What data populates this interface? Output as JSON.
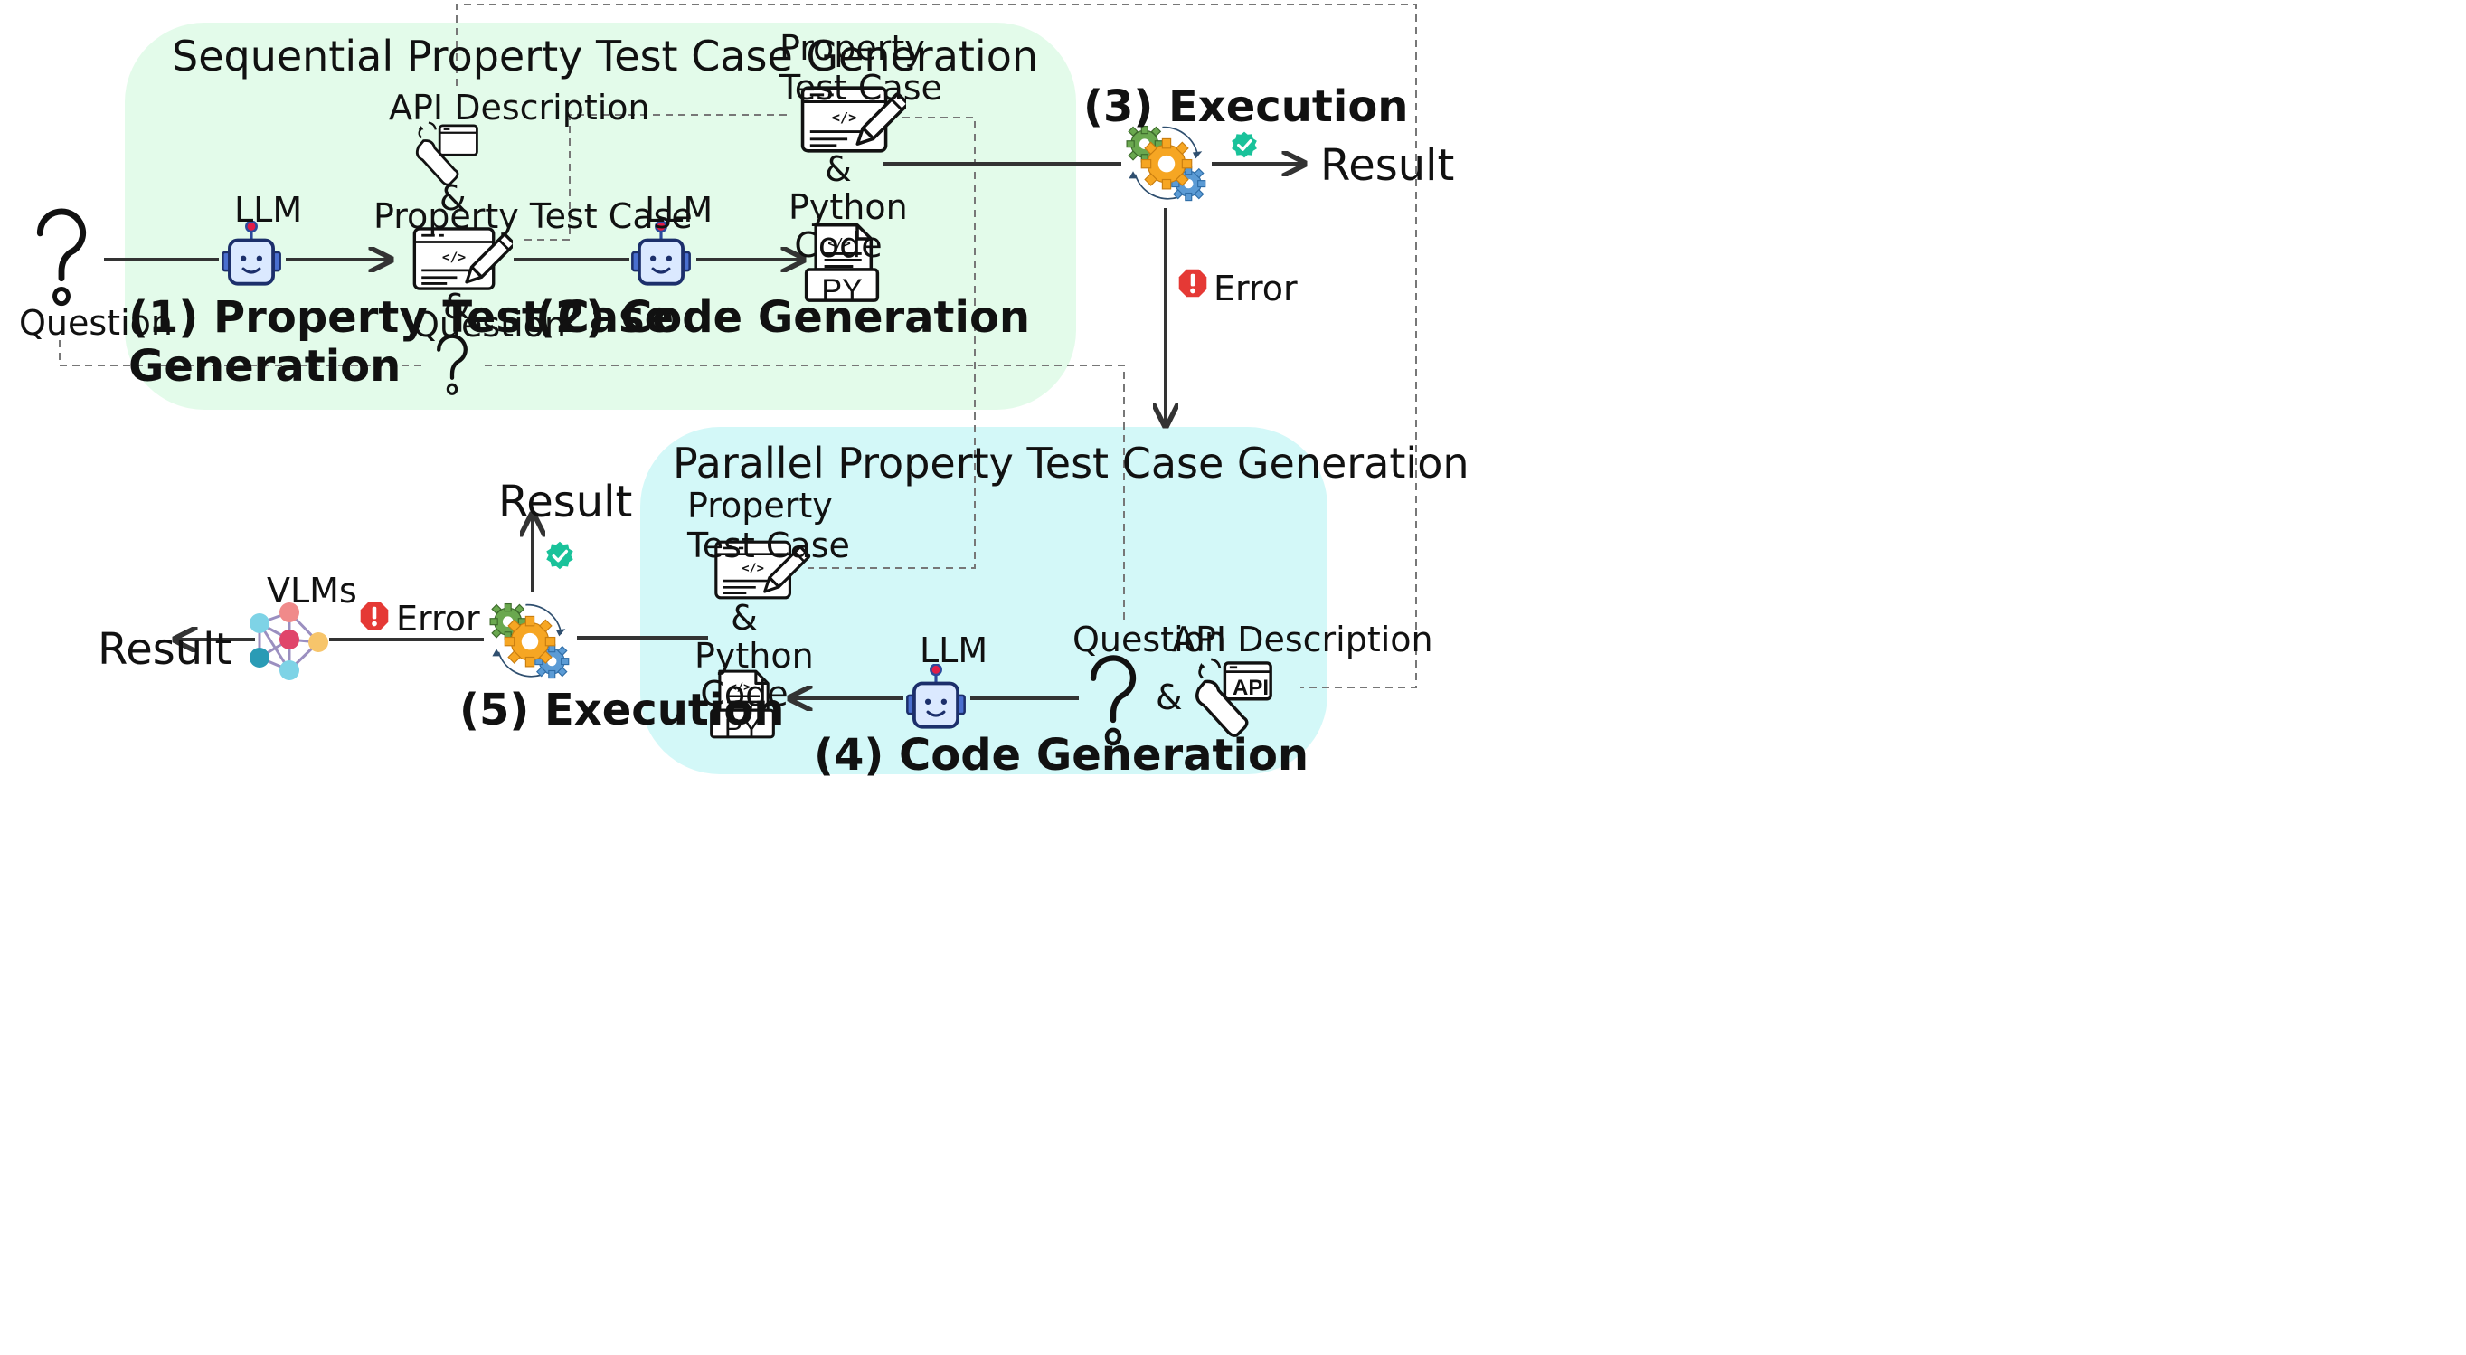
{
  "sequential": {
    "title": "Sequential Property Test Case Generation",
    "question_label": "Question",
    "llm1_label": "LLM",
    "step1_line1": "(1) Property Test Case",
    "step1_line2": "Generation",
    "api_desc_label": "API Description",
    "amp1": "&",
    "ptc_label": "Property Test Case",
    "amp2": "&",
    "question2_label": "Question",
    "llm2_label": "LLM",
    "step2_label": "(2) Code Generation",
    "ptc2_line1": "Property",
    "ptc2_line2": "Test Case",
    "amp3": "&",
    "python_line1": "Python",
    "python_line2": "Code",
    "py_text": "PY"
  },
  "execution": {
    "step3_label": "(3) Execution",
    "result_label": "Result",
    "error_label": "Error"
  },
  "parallel": {
    "title": "Parallel Property Test Case Generation",
    "ptc_line1": "Property",
    "ptc_line2": "Test Case",
    "amp1": "&",
    "python_line1": "Python",
    "python_line2": "Code",
    "py_text": "PY",
    "llm_label": "LLM",
    "step4_label": "(4) Code Generation",
    "question_label": "Question",
    "amp2": "&",
    "api_desc_label": "API Description",
    "api_text": "API"
  },
  "bottom": {
    "result_top_label": "Result",
    "step5_label": "(5) Execution",
    "error_label": "Error",
    "vlms_label": "VLMs",
    "result_left_label": "Result"
  },
  "colors": {
    "seq_bg": "#e3fbea",
    "par_bg": "#d3f8f8",
    "robot_face": "#dbe9ff",
    "robot_accent": "#2d4a9c",
    "antenna": "#e11d48",
    "gear_green": "#6aa84f",
    "gear_orange": "#f6a623",
    "gear_blue": "#5b9bd5",
    "check": "#19c29a",
    "error": "#e53935"
  }
}
